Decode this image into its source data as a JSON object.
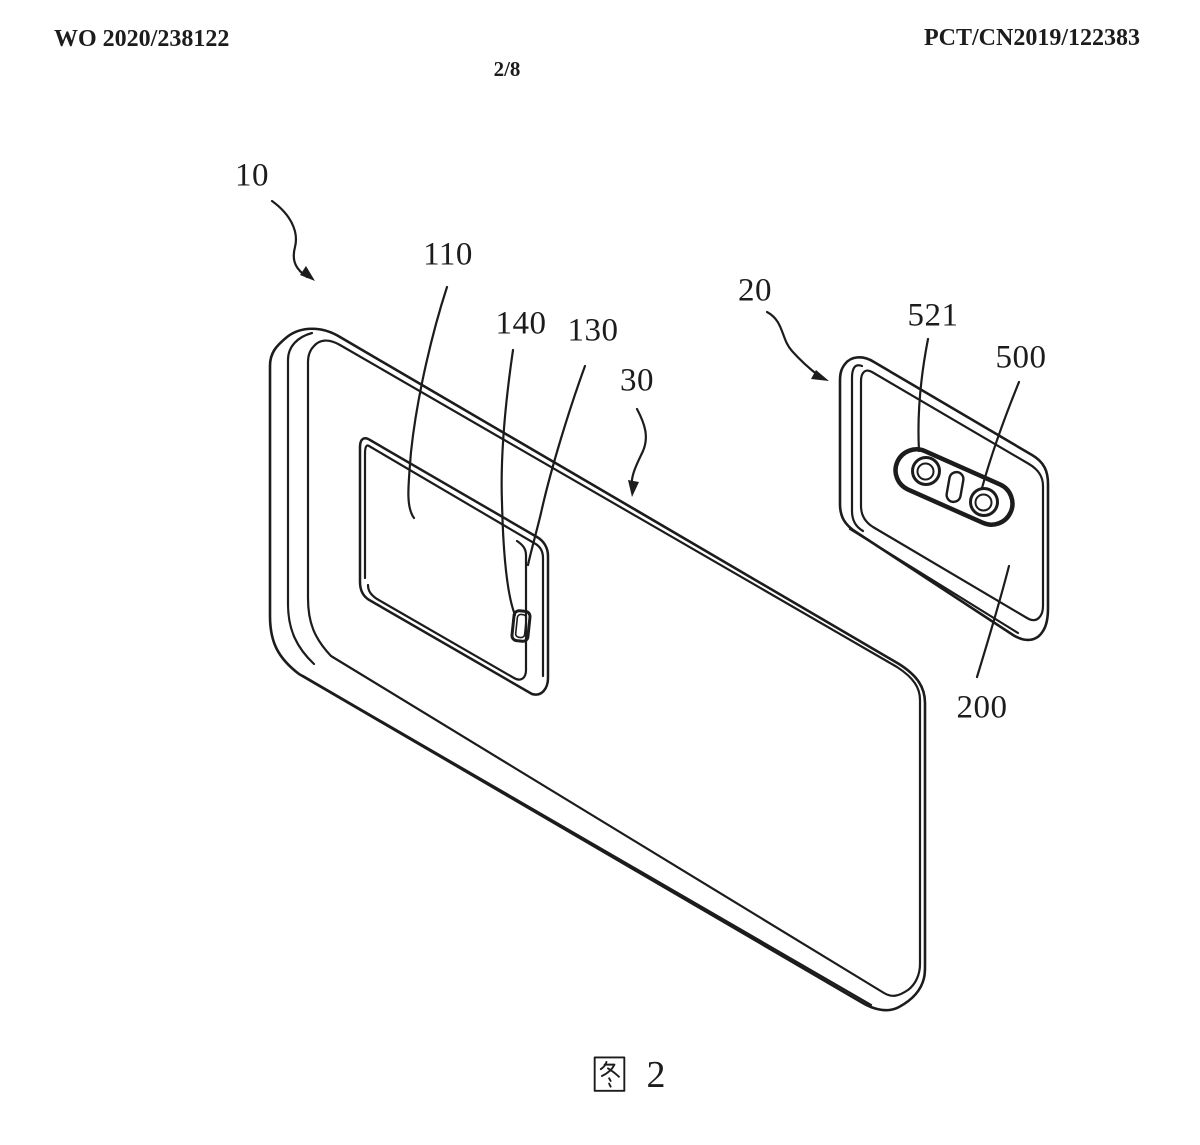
{
  "document": {
    "header_left": "WO 2020/238122",
    "header_right": "PCT/CN2019/122383",
    "page_number": "2/8",
    "caption": {
      "word": "图",
      "number": "2",
      "full": "图 2"
    }
  },
  "figure": {
    "labels": {
      "l10": "10",
      "l110": "110",
      "l140": "140",
      "l130": "130",
      "l30": "30",
      "l20": "20",
      "l521": "521",
      "l500": "500",
      "l200": "200"
    }
  },
  "colors": {
    "ink": "#1c1c1c",
    "paper": "#ffffff"
  }
}
